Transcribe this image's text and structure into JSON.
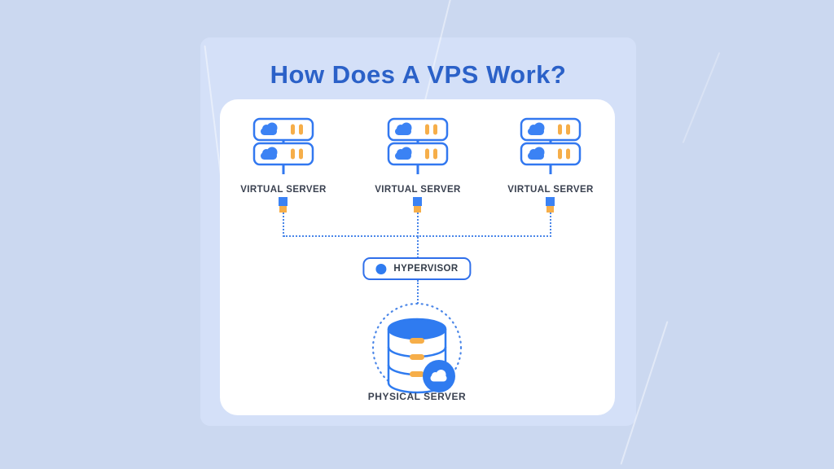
{
  "title": "How Does A VPS Work?",
  "virtual_servers": [
    {
      "label": "VIRTUAL SERVER"
    },
    {
      "label": "VIRTUAL SERVER"
    },
    {
      "label": "VIRTUAL SERVER"
    }
  ],
  "hypervisor": {
    "label": "HYPERVISOR"
  },
  "physical_server": {
    "label": "PHYSICAL SERVER"
  },
  "icons": {
    "virtual_server": "stacked-server-rack-with-cloud-and-indicator-bars",
    "hypervisor": "blue-dot",
    "physical_server": "database-cylinder-with-cloud-badge"
  },
  "colors": {
    "background": "#cbd8f0",
    "panel": "#d4e0f8",
    "card": "#ffffff",
    "title_blue": "#2b61c8",
    "primary_blue": "#2f7bf0",
    "outline_blue": "#3278f0",
    "dotted_line_blue": "#4a86e8",
    "accent_yellow": "#f6ae49",
    "label_dark": "#3a4150"
  }
}
